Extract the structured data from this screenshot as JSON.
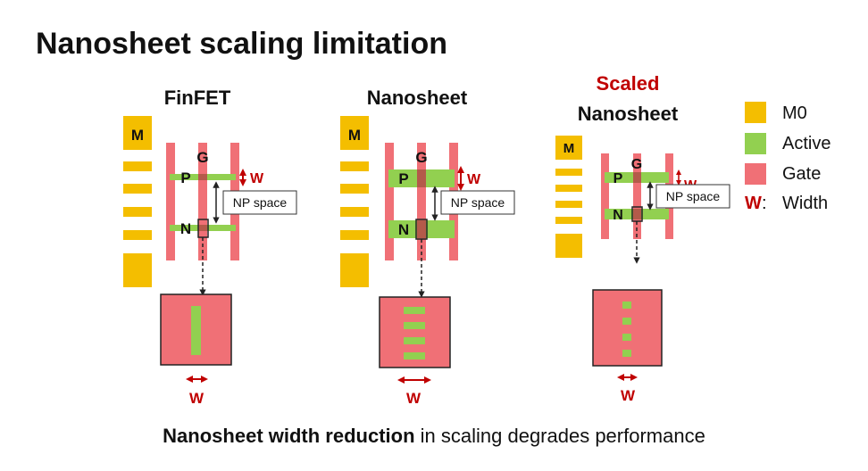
{
  "title": "Nanosheet scaling limitation",
  "panels": {
    "finfet": {
      "header": "FinFET"
    },
    "nanosheet": {
      "header": "Nanosheet"
    },
    "scaled": {
      "header_prefix": "Scaled",
      "header": "Nanosheet"
    }
  },
  "labels": {
    "m": "M",
    "g": "G",
    "p": "P",
    "n": "N",
    "w": "W",
    "np_space": "NP space"
  },
  "legend": [
    {
      "label": "M0",
      "color": "#F4BE00"
    },
    {
      "label": "Active",
      "color": "#92D050"
    },
    {
      "label": "Gate",
      "color": "#F07076"
    },
    {
      "symbol": "W",
      "label": "Width"
    }
  ],
  "colors": {
    "m0": "#F4BE00",
    "active": "#92D050",
    "gate": "#F07076",
    "accent_red": "#C00000"
  },
  "footer": {
    "bold": "Nanosheet width reduction",
    "rest": " in scaling degrades performance"
  }
}
